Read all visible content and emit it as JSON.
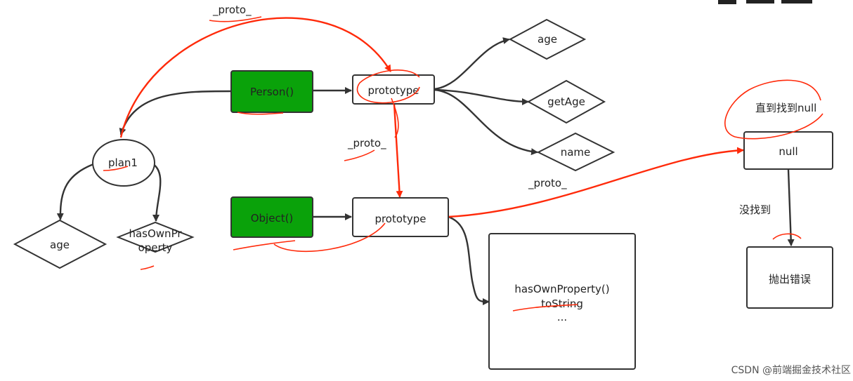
{
  "nodes": {
    "person": "Person()",
    "object": "Object()",
    "plan1": "plan1",
    "prototype_top": "prototype",
    "prototype_bottom": "prototype",
    "age_top": "age",
    "getage": "getAge",
    "name": "name",
    "age_left": "age",
    "hasown_line1": "hasOwnPr",
    "hasown_line2": "operty",
    "null": "null",
    "error": "抛出错误",
    "methods_line1": "hasOwnProperty()",
    "methods_line2": "toString",
    "methods_line3": "..."
  },
  "edge_labels": {
    "proto_top": "_proto_",
    "proto_middle": "_proto_",
    "proto_right": "_proto_",
    "until_null": "直到找到null",
    "not_found": "没找到"
  },
  "watermark": "CSDN @前端掘金技术社区",
  "colors": {
    "green": "#0aa20a",
    "red": "#ff2a0a",
    "stroke": "#333333"
  }
}
